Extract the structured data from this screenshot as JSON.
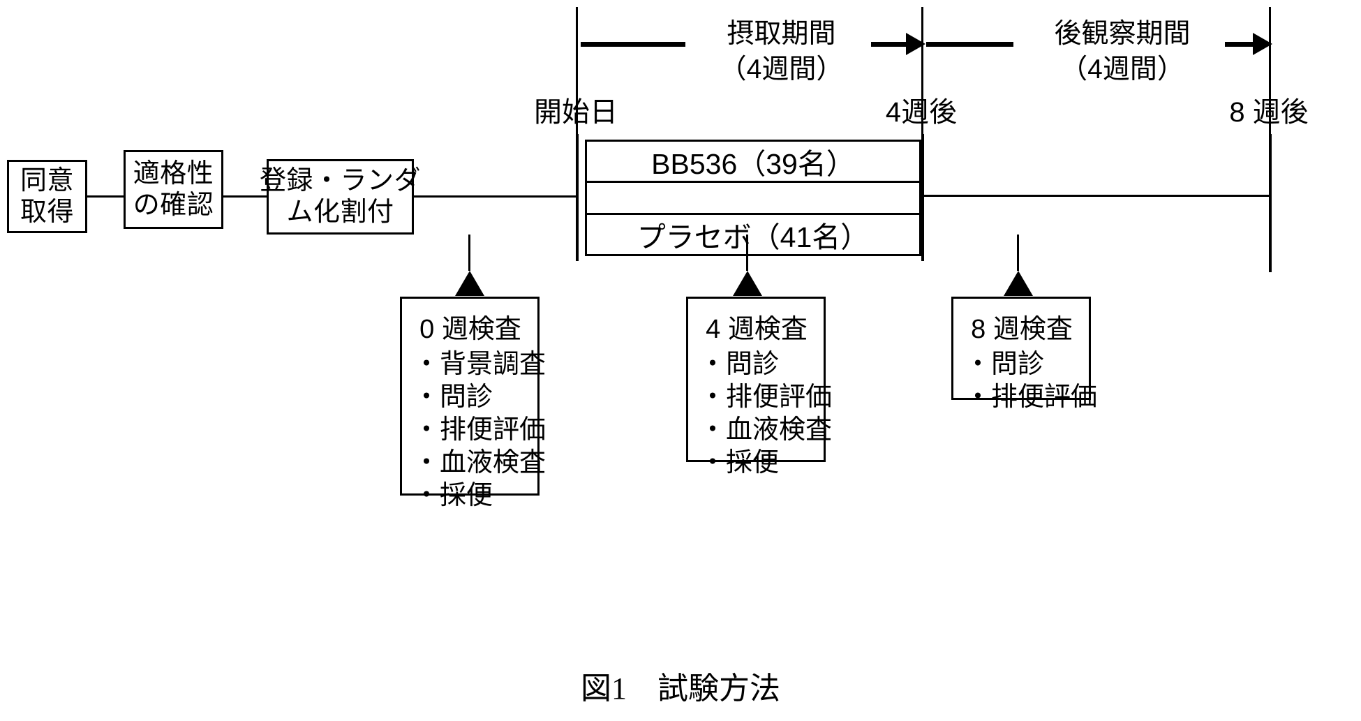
{
  "figure": {
    "caption": "図1　試験方法",
    "periods": [
      {
        "name": "摂取期間",
        "duration": "（4週間）"
      },
      {
        "name": "後観察期間",
        "duration": "（4週間）"
      }
    ],
    "timepoints": [
      {
        "label": "開始日"
      },
      {
        "label": "4週後"
      },
      {
        "label": "8 週後"
      }
    ],
    "flow_stages": [
      {
        "lines": [
          "同意",
          "取得"
        ]
      },
      {
        "lines": [
          "適格性",
          "の確認"
        ]
      },
      {
        "lines": [
          "登録・ランダ",
          "ム化割付"
        ]
      }
    ],
    "arms": [
      {
        "label": "BB536（39名）",
        "group": "BB536",
        "n": 39
      },
      {
        "label": "プラセボ（41名）",
        "group": "プラセボ",
        "n": 41
      }
    ],
    "examinations": [
      {
        "title": "0 週検査",
        "items": [
          "・背景調査",
          "・問診",
          "・排便評価",
          "・血液検査",
          "・採便"
        ]
      },
      {
        "title": "4 週検査",
        "items": [
          "・問診",
          "・排便評価",
          "・血液検査",
          "・採便"
        ]
      },
      {
        "title": "8 週検査",
        "items": [
          "・問診",
          "・排便評価"
        ]
      }
    ]
  }
}
